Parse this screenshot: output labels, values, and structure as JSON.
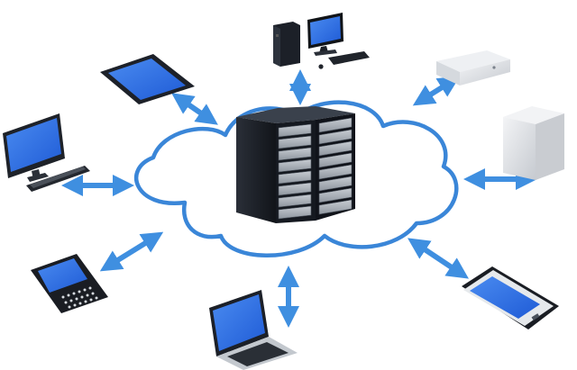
{
  "colors": {
    "accent": "#3a86d8",
    "arrow": "#3f8fe0",
    "screen": "#2f6fe6",
    "dark": "#1b1f26",
    "rack": "#9aa3ad",
    "light": "#e7eaee"
  },
  "diagram": {
    "center": {
      "icon": "server-rack-icon"
    },
    "nodes": [
      {
        "name": "desktop-computer",
        "icon": "desktop-computer-icon"
      },
      {
        "name": "tablet",
        "icon": "tablet-icon"
      },
      {
        "name": "network-appliance",
        "icon": "network-appliance-icon"
      },
      {
        "name": "monitor-and-keyboard",
        "icon": "monitor-keyboard-icon"
      },
      {
        "name": "tower-server",
        "icon": "tower-server-icon"
      },
      {
        "name": "smartphone-keyboard",
        "icon": "qwerty-phone-icon"
      },
      {
        "name": "laptop",
        "icon": "laptop-icon"
      },
      {
        "name": "smartphone-touch",
        "icon": "touch-phone-icon"
      }
    ]
  }
}
